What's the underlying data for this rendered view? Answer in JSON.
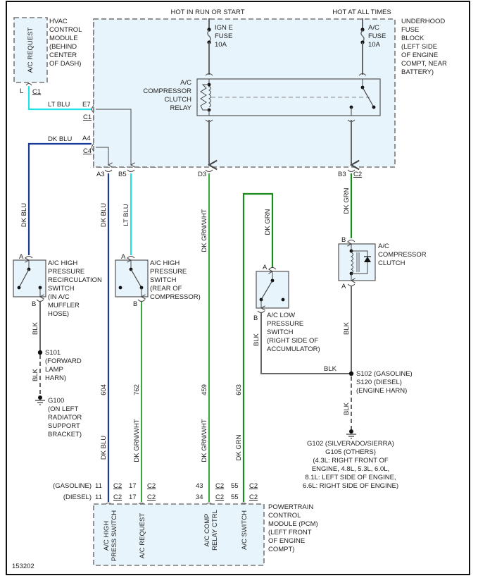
{
  "figure_id": "153202",
  "colors": {
    "lt_blu": "#22e0e8",
    "dk_blu": "#1a3a99",
    "dk_grn": "#1a8a1a",
    "dk_grn_wht": "#3aa53a",
    "blk": "#666666",
    "module_fill": "#e8f4fb"
  },
  "power": {
    "hot_run_start": "HOT IN RUN OR START",
    "hot_all_times": "HOT AT ALL TIMES"
  },
  "fuses": {
    "ign_e": [
      "IGN E",
      "FUSE",
      "10A"
    ],
    "ac": [
      "A/C",
      "FUSE",
      "10A"
    ]
  },
  "hvac_module": {
    "inner_label": "A/C REQUEST",
    "desc": [
      "HVAC",
      "CONTROL",
      "MODULE",
      "(BEHIND",
      "CENTER",
      "OF DASH)"
    ],
    "pin": "L",
    "connector": "C1"
  },
  "fuse_block": {
    "desc": [
      "UNDERHOOD",
      "FUSE",
      "BLOCK",
      "(LEFT SIDE",
      "OF ENGINE",
      "COMPT, NEAR",
      "BATTERY)"
    ],
    "relay_label": [
      "A/C",
      "COMPRESSOR",
      "CLUTCH",
      "RELAY"
    ],
    "pins": {
      "e7": "E7",
      "e7_conn": "C1",
      "a4": "A4",
      "a4_conn": "C4",
      "a3": "A3",
      "b5": "B5",
      "d3": "D3",
      "b3": "B3",
      "b3_conn": "C2"
    }
  },
  "wires": {
    "lt_blu_h": "LT BLU",
    "dk_blu_h": "DK BLU",
    "dk_blu_left": "DK BLU",
    "dk_blu_a3": "DK BLU",
    "lt_blu_b5": "LT BLU",
    "dk_grn_wht_d3": "DK GRN/WHT",
    "dk_grn_low": "DK GRN",
    "dk_grn_b3": "DK GRN",
    "blk_recirc": "BLK",
    "blk_recirc2": "BLK",
    "blk_low": "BLK",
    "blk_low_h": "BLK",
    "blk_clutch": "BLK",
    "blk_ground": "BLK",
    "circuit_604": "604",
    "circuit_762": "762",
    "circuit_459": "459",
    "circuit_603": "603",
    "dk_blu_pcm": "DK BLU",
    "dk_grn_wht_pcm1": "DK GRN/WHT",
    "dk_grn_wht_pcm2": "DK GRN/WHT",
    "dk_grn_pcm": "DK GRN"
  },
  "components": {
    "hp_recirc_switch": {
      "pin_a": "A",
      "pin_b": "B",
      "desc": [
        "A/C HIGH",
        "PRESSURE",
        "RECIRCULATION",
        "SWITCH",
        "(IN A/C",
        "MUFFLER",
        "HOSE)"
      ]
    },
    "hp_switch": {
      "pin_a": "A",
      "pin_b": "B",
      "desc": [
        "A/C HIGH",
        "PRESSURE",
        "SWITCH",
        "(REAR OF",
        "COMPRESSOR)"
      ]
    },
    "low_switch": {
      "pin_a": "A",
      "pin_b": "B",
      "desc": [
        "A/C LOW",
        "PRESSURE",
        "SWITCH",
        "(RIGHT SIDE OF",
        "ACCUMULATOR)"
      ]
    },
    "clutch": {
      "pin_a": "A",
      "pin_b": "B",
      "desc": [
        "A/C",
        "COMPRESSOR",
        "CLUTCH"
      ]
    }
  },
  "splices": {
    "s101": [
      "S101",
      "(FORWARD",
      "LAMP",
      "HARN)"
    ],
    "s102": [
      "S102 (GASOLINE)",
      "S120 (DIESEL)",
      "(ENGINE HARN)"
    ]
  },
  "grounds": {
    "g100": [
      "G100",
      "(ON LEFT",
      "RADIATOR",
      "SUPPORT",
      "BRACKET)"
    ],
    "g102": [
      "G102 (SILVERADO/SIERRA)",
      "G105 (OTHERS)",
      "(4.3L: RIGHT FRONT OF",
      "ENGINE, 4.8L, 5.3L, 6.0L,",
      "8.1L: LEFT SIDE OF ENGINE,",
      "6.6L: RIGHT SIDE OF ENGINE)"
    ]
  },
  "pcm": {
    "desc": [
      "POWERTRAIN",
      "CONTROL",
      "MODULE (PCM)",
      "(LEFT FRONT",
      "OF ENGINE",
      "COMPT)"
    ],
    "rows": {
      "gasoline": "(GASOLINE)",
      "diesel": "(DIESEL)"
    },
    "pins": [
      {
        "gas": "11",
        "diesel": "11",
        "conn": "C2",
        "label": [
          "A/C HIGH",
          "PRESS SWITCH"
        ]
      },
      {
        "gas": "17",
        "diesel": "17",
        "conn": "C2",
        "label": [
          "A/C REQUEST"
        ]
      },
      {
        "gas": "43",
        "diesel": "34",
        "conn": "C2",
        "label": [
          "A/C COMP",
          "RELAY CTRL"
        ]
      },
      {
        "gas": "55",
        "diesel": "55",
        "conn": "C2",
        "label": [
          "A/C SWITCH"
        ]
      }
    ]
  }
}
